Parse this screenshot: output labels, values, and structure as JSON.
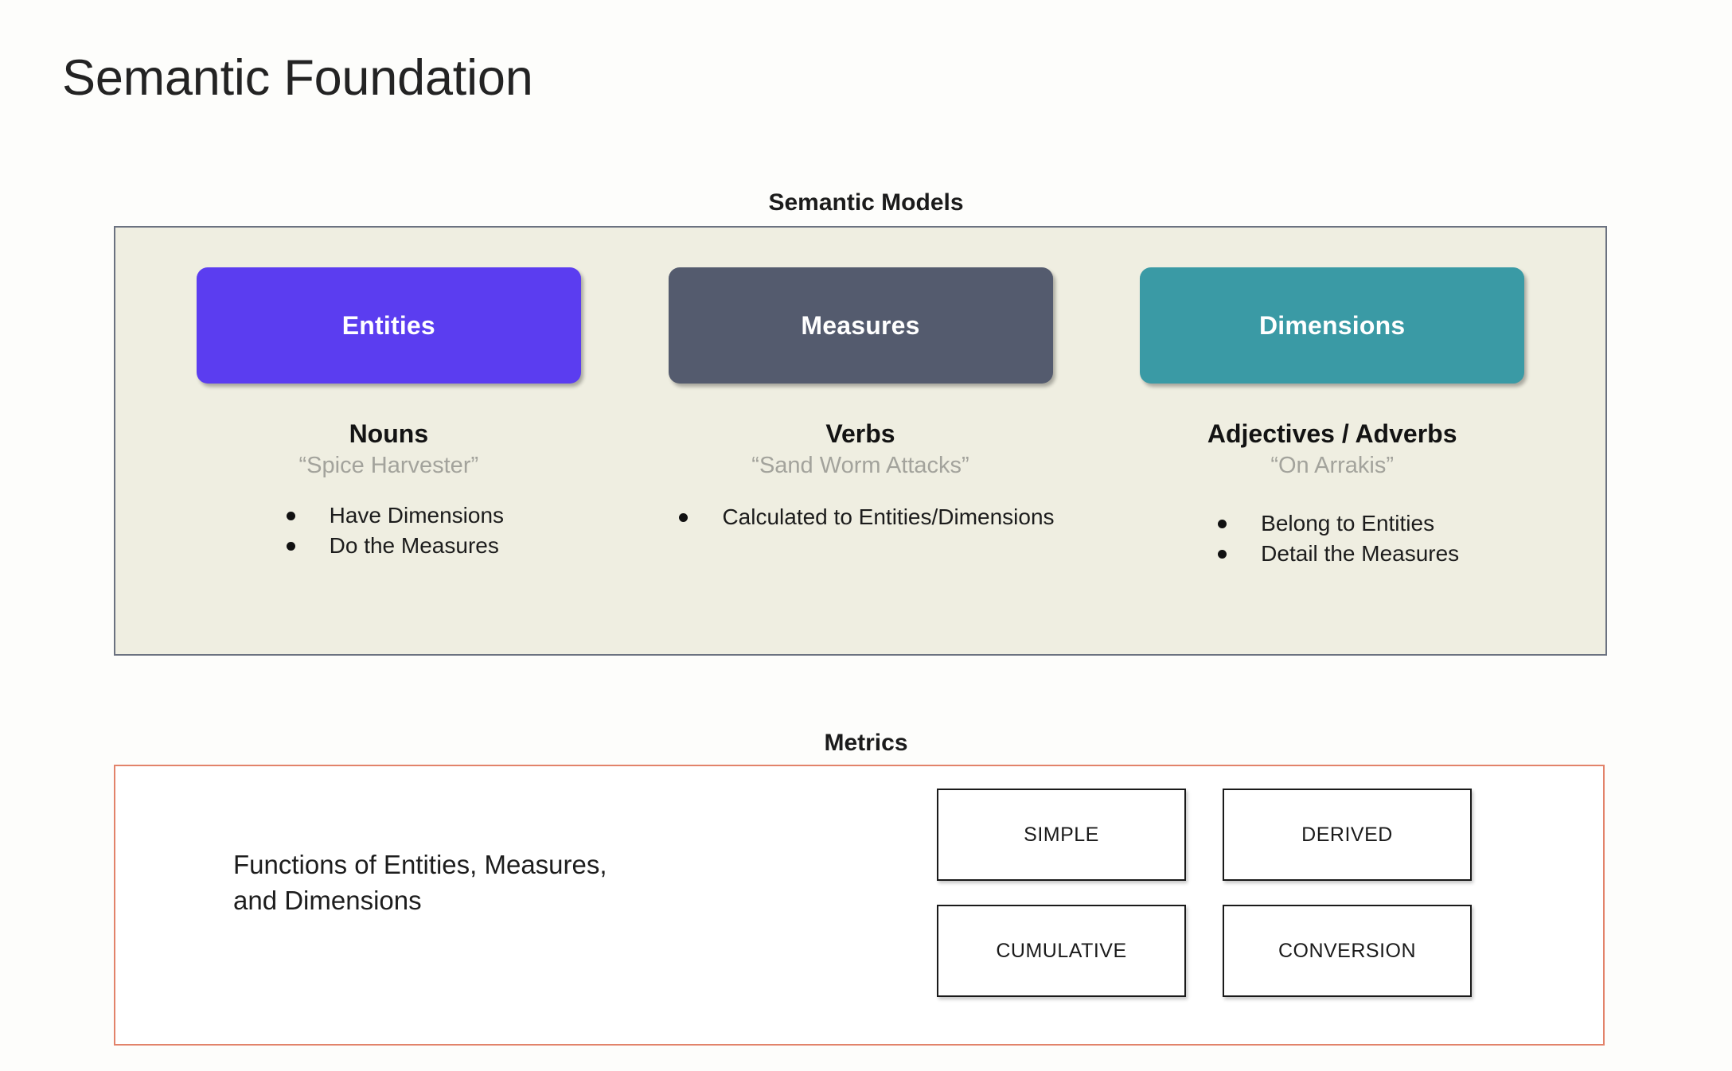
{
  "page": {
    "title": "Semantic Foundation",
    "background_color": "#fdfdfb"
  },
  "semantic_models": {
    "heading": "Semantic Models",
    "panel_fill": "#efeee1",
    "panel_border": "#6b7280",
    "columns": [
      {
        "card_label": "Entities",
        "card_color": "#5b3df0",
        "part_of_speech": "Nouns",
        "example": "“Spice Harvester”",
        "bullets": [
          "Have Dimensions",
          "Do the Measures"
        ]
      },
      {
        "card_label": "Measures",
        "card_color": "#545b6e",
        "part_of_speech": "Verbs",
        "example": "“Sand Worm Attacks”",
        "bullets": [
          "Calculated to Entities/Dimensions"
        ]
      },
      {
        "card_label": "Dimensions",
        "card_color": "#3a9aa5",
        "part_of_speech": "Adjectives / Adverbs",
        "example": "“On Arrakis”",
        "bullets": [
          "Belong to Entities",
          "Detail the Measures"
        ]
      }
    ]
  },
  "metrics": {
    "heading": "Metrics",
    "panel_border": "#e2836a",
    "description_line_1": "Functions of Entities, Measures,",
    "description_line_2": "and Dimensions",
    "boxes": [
      "SIMPLE",
      "DERIVED",
      "CUMULATIVE",
      "CONVERSION"
    ]
  }
}
